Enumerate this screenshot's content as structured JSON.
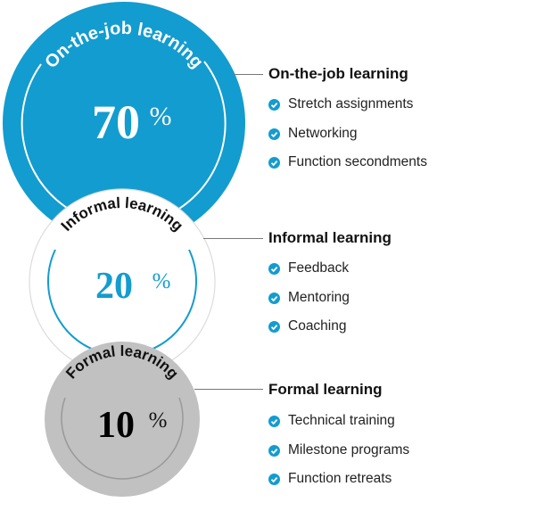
{
  "circles": [
    {
      "label": "On-the-job learning",
      "number": "70",
      "unit": "%"
    },
    {
      "label": "Informal learning",
      "number": "20",
      "unit": "%"
    },
    {
      "label": "Formal learning",
      "number": "10",
      "unit": "%"
    }
  ],
  "groups": [
    {
      "heading": "On-the-job learning",
      "items": [
        "Stretch assignments",
        "Networking",
        "Function secondments"
      ]
    },
    {
      "heading": "Informal learning",
      "items": [
        "Feedback",
        "Mentoring",
        "Coaching"
      ]
    },
    {
      "heading": "Formal learning",
      "items": [
        "Technical training",
        "Milestone programs",
        "Function retreats"
      ]
    }
  ],
  "colors": {
    "blue": "#139ccf",
    "gray": "#c0c1c0",
    "text": "#111111"
  },
  "icons": {
    "check": "check-circle-icon"
  }
}
